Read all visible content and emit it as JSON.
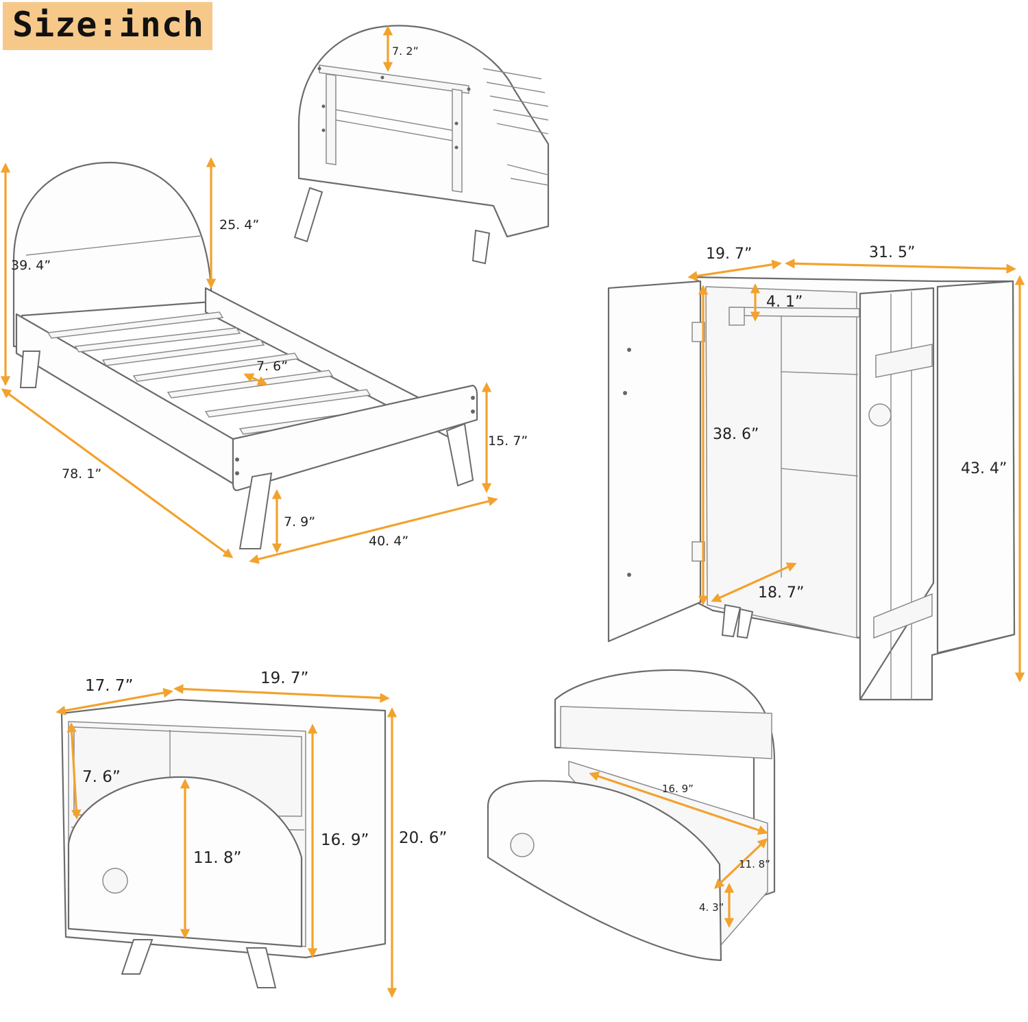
{
  "title": "Size:inch",
  "colors": {
    "arrow": "#f2a22d",
    "badge": "#f6c98a",
    "line": "#6b6b6b"
  },
  "bed": {
    "total_height": "39. 4”",
    "headboard_height": "25. 4”",
    "slat_gap": "7. 6”",
    "footboard_height": "15. 7”",
    "leg_height": "7. 9”",
    "length": "78. 1”",
    "width": "40. 4”"
  },
  "bed_detail": {
    "top_gap": "7. 2”"
  },
  "wardrobe": {
    "depth": "19. 7”",
    "width": "31. 5”",
    "rail_gap": "4. 1”",
    "inner_height": "38. 6”",
    "height": "43. 4”",
    "inner_depth": "18. 7”"
  },
  "nightstand": {
    "depth": "17. 7”",
    "width": "19. 7”",
    "shelf_height": "7. 6”",
    "drawer_height": "11. 8”",
    "body_height": "16. 9”",
    "total_height": "20. 6”"
  },
  "drawer_detail": {
    "drawer_length": "16. 9”",
    "drawer_width": "11. 8”",
    "drawer_depth": "4. 3”"
  }
}
